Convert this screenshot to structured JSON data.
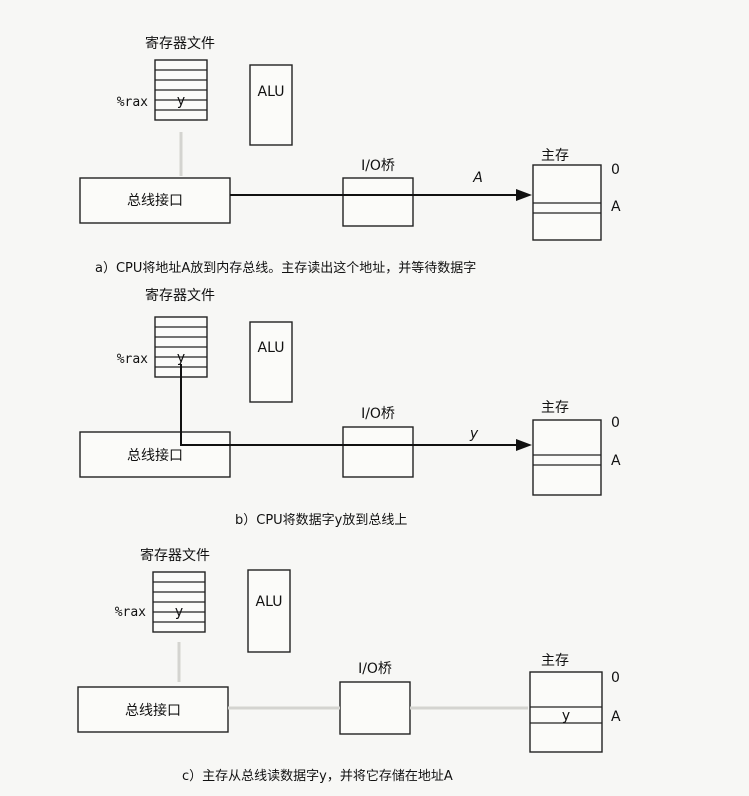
{
  "panels": [
    {
      "id": "a",
      "register_title": "寄存器文件",
      "register_name": "%rax",
      "register_value": "y",
      "alu_label": "ALU",
      "bus_interface_label": "总线接口",
      "bridge_label": "I/O桥",
      "memory_title": "主存",
      "memory_addr_top": "0",
      "memory_addr_a": "A",
      "memory_value": "",
      "bus_signal": "A",
      "caption": "a）CPU将地址A放到内存总线。主存读出这个地址，并等待数据字"
    },
    {
      "id": "b",
      "register_title": "寄存器文件",
      "register_name": "%rax",
      "register_value": "y",
      "alu_label": "ALU",
      "bus_interface_label": "总线接口",
      "bridge_label": "I/O桥",
      "memory_title": "主存",
      "memory_addr_top": "0",
      "memory_addr_a": "A",
      "memory_value": "",
      "bus_signal": "y",
      "caption": "b）CPU将数据字y放到总线上"
    },
    {
      "id": "c",
      "register_title": "寄存器文件",
      "register_name": "%rax",
      "register_value": "y",
      "alu_label": "ALU",
      "bus_interface_label": "总线接口",
      "bridge_label": "I/O桥",
      "memory_title": "主存",
      "memory_addr_top": "0",
      "memory_addr_a": "A",
      "memory_value": "y",
      "bus_signal": "",
      "caption": "c）主存从总线读数据字y，并将它存储在地址A"
    }
  ]
}
